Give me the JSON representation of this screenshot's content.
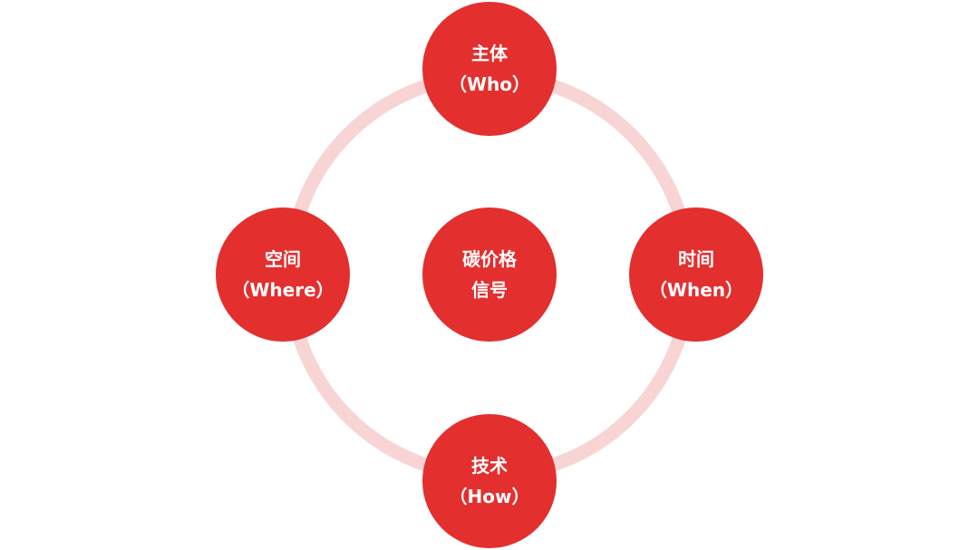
{
  "diagram": {
    "center": {
      "line1": "碳价格",
      "line2": "信号"
    },
    "top": {
      "line1": "主体",
      "line2": "（Who）"
    },
    "left": {
      "line1": "空间",
      "line2": "（Where）"
    },
    "right": {
      "line1": "时间",
      "line2": "（When）"
    },
    "bottom": {
      "line1": "技术",
      "line2": "（How）"
    }
  },
  "colors": {
    "node_fill": "#e32f2e",
    "ring": "#f8d4d4",
    "text": "#ffffff"
  }
}
